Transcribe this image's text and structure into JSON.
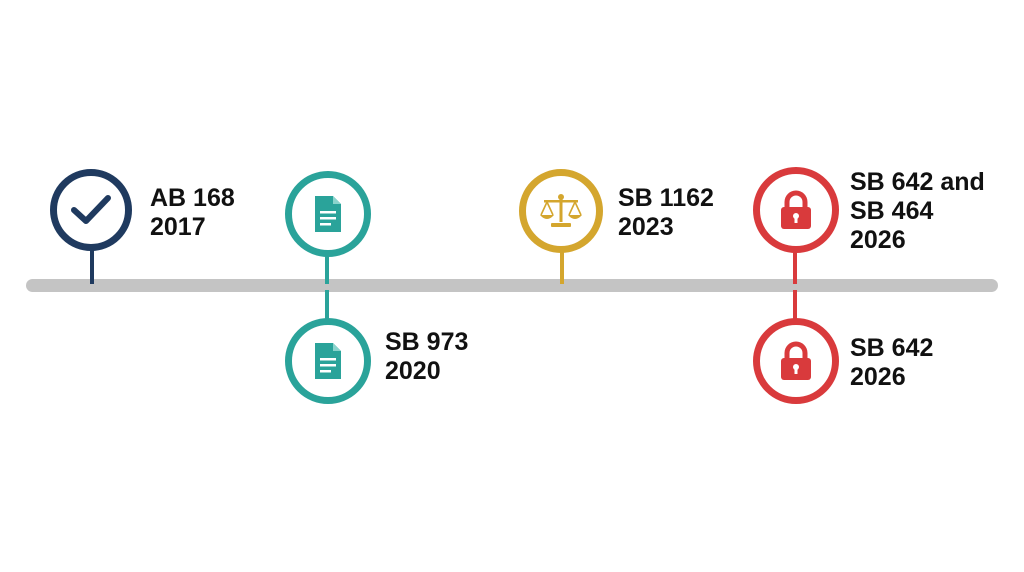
{
  "colors": {
    "navy": "#1f3a5f",
    "teal": "#2aa39a",
    "gold": "#d4a62e",
    "red": "#d93a3c",
    "axis": "#c4c4c4"
  },
  "events": [
    {
      "id": "ab168",
      "icon": "check-icon",
      "lines": [
        "AB 168",
        "2017"
      ]
    },
    {
      "id": "sb973-top",
      "icon": "document-icon",
      "lines": []
    },
    {
      "id": "sb973",
      "icon": "document-icon",
      "lines": [
        "SB 973",
        "2020"
      ]
    },
    {
      "id": "sb1162",
      "icon": "scales-icon",
      "lines": [
        "SB 1162",
        "2023"
      ]
    },
    {
      "id": "sb642-464",
      "icon": "lock-icon",
      "lines": [
        "SB 642 and",
        "SB 464",
        "2026"
      ]
    },
    {
      "id": "sb642",
      "icon": "lock-icon",
      "lines": [
        "SB 642",
        "2026"
      ]
    }
  ]
}
